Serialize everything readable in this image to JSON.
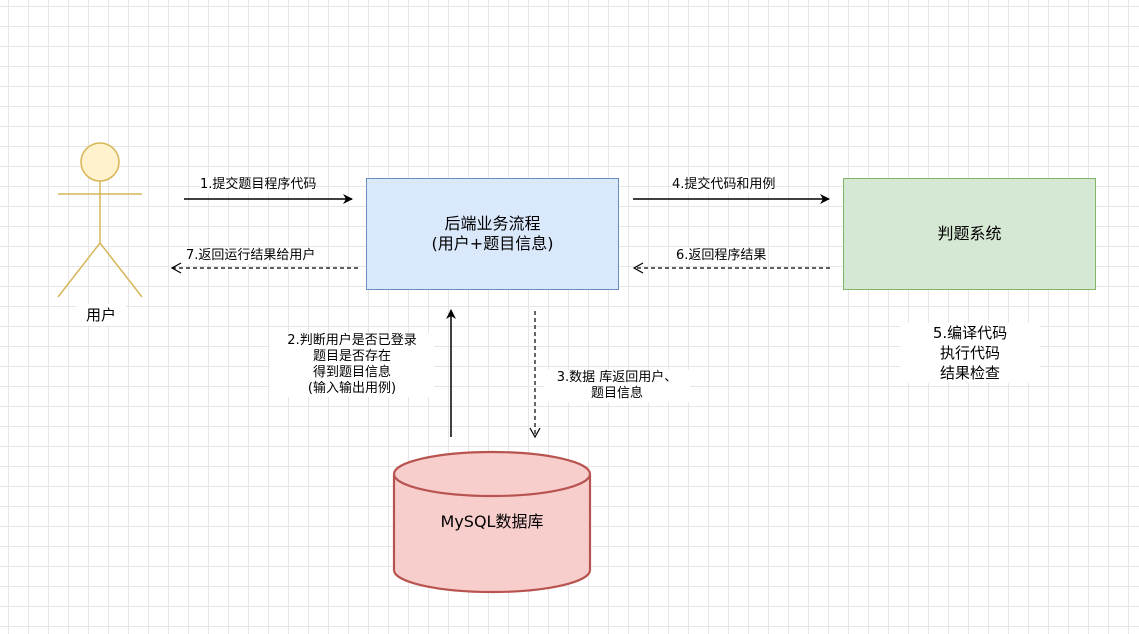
{
  "actor": {
    "label": "用户"
  },
  "nodes": {
    "backend": {
      "line1": "后端业务流程",
      "line2": "(用户+题目信息)"
    },
    "judge": {
      "label": "判题系统"
    },
    "database": {
      "label": "MySQL数据库"
    }
  },
  "edges": {
    "submit": "1.提交题目程序代码",
    "check": "2.判断用户是否已登录\n题目是否存在\n得到题目信息\n(输入输出用例)",
    "db_return": "3.数据 库返回用户、\n题目信息",
    "send_to_judge": "4.提交代码和用例",
    "judge_steps": "5.编译代码\n执行代码\n结果检查",
    "judge_return": "6.返回程序结果",
    "return_user": "7.返回运行结果给用户"
  },
  "colors": {
    "actor_fill": "#fff2cc",
    "actor_stroke": "#d6b656",
    "backend_fill": "#dae8fc",
    "backend_stroke": "#6c8ebf",
    "judge_fill": "#d5e8d4",
    "judge_stroke": "#82b366",
    "db_fill": "#f8cecc",
    "db_stroke": "#b85450"
  }
}
